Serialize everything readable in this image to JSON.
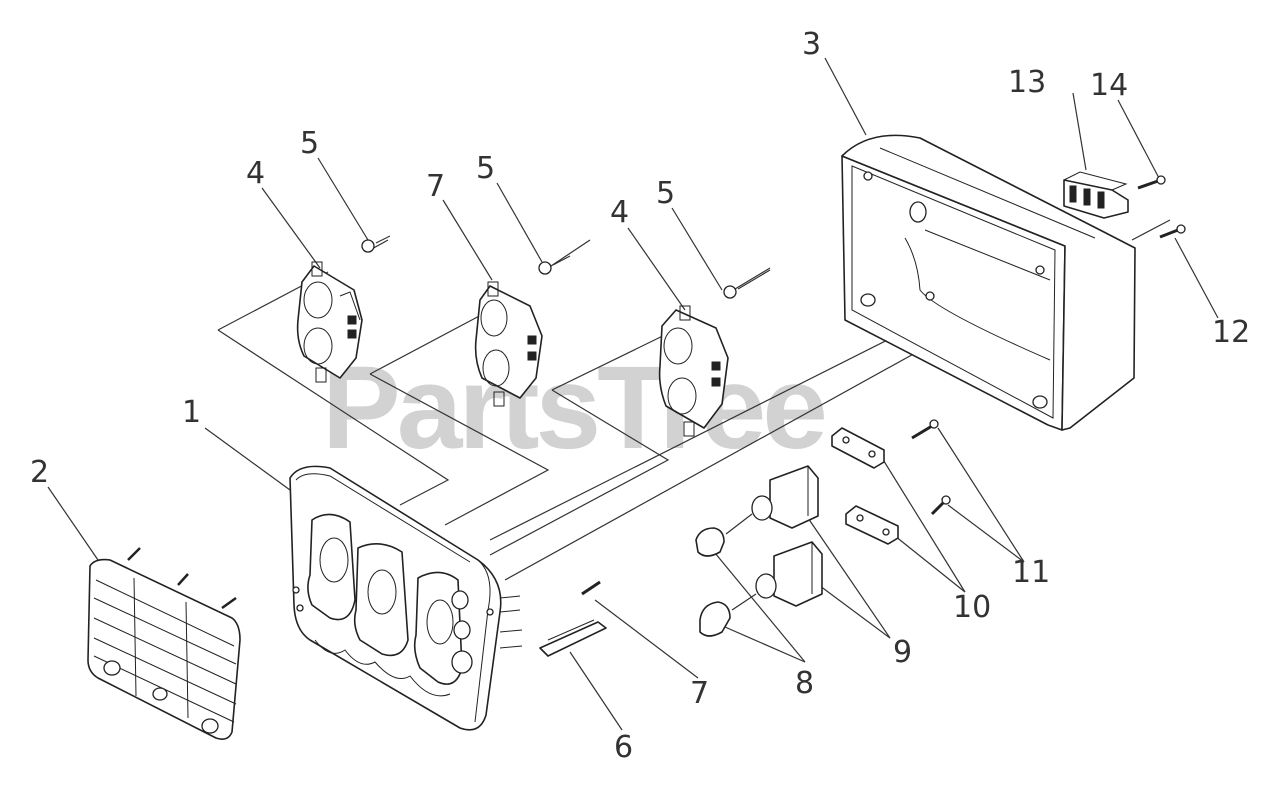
{
  "diagram": {
    "watermark": "PartsTree",
    "callouts": [
      {
        "id": "c1",
        "text": "1"
      },
      {
        "id": "c2",
        "text": "2"
      },
      {
        "id": "c3",
        "text": "3"
      },
      {
        "id": "c4a",
        "text": "4"
      },
      {
        "id": "c4b",
        "text": "4"
      },
      {
        "id": "c5a",
        "text": "5"
      },
      {
        "id": "c5b",
        "text": "5"
      },
      {
        "id": "c5c",
        "text": "5"
      },
      {
        "id": "c6",
        "text": "6"
      },
      {
        "id": "c7a",
        "text": "7"
      },
      {
        "id": "c7b",
        "text": "7"
      },
      {
        "id": "c8",
        "text": "8"
      },
      {
        "id": "c9",
        "text": "9"
      },
      {
        "id": "c10",
        "text": "10"
      },
      {
        "id": "c11",
        "text": "11"
      },
      {
        "id": "c12",
        "text": "12"
      },
      {
        "id": "c13",
        "text": "13"
      },
      {
        "id": "c14",
        "text": "14"
      }
    ]
  }
}
